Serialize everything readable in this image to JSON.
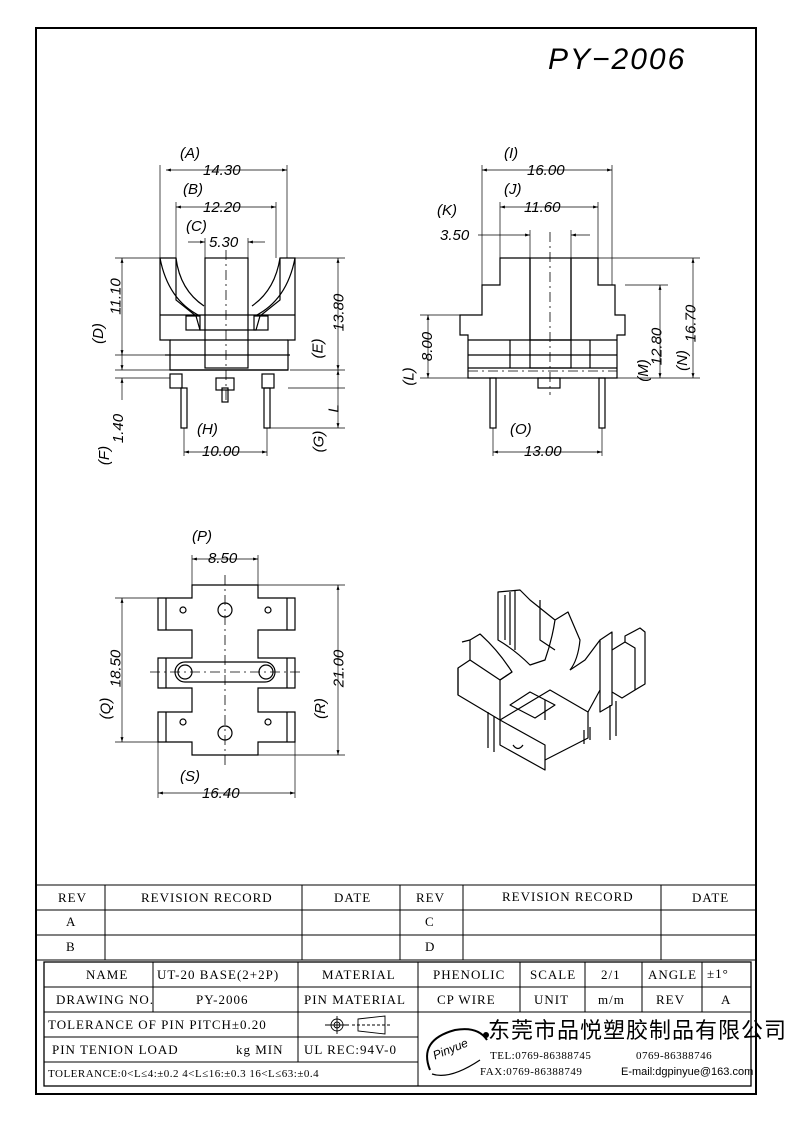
{
  "drawing_number": "PY−2006",
  "views": {
    "front": {
      "A": {
        "letter": "A",
        "value": "14.30"
      },
      "B": {
        "letter": "B",
        "value": "12.20"
      },
      "C": {
        "letter": "C",
        "value": "5.30"
      },
      "D": {
        "letter": "D",
        "value": "11.10"
      },
      "E": {
        "letter": "E",
        "value": "13.80"
      },
      "F": {
        "letter": "F",
        "value": "1.40"
      },
      "G": {
        "letter": "G",
        "value": "L"
      },
      "H": {
        "letter": "H",
        "value": "10.00"
      }
    },
    "side": {
      "I": {
        "letter": "I",
        "value": "16.00"
      },
      "J": {
        "letter": "J",
        "value": "11.60"
      },
      "K": {
        "letter": "K",
        "value": "3.50"
      },
      "L": {
        "letter": "L",
        "value": "8.00"
      },
      "M": {
        "letter": "M",
        "value": "12.80"
      },
      "N": {
        "letter": "N",
        "value": "16.70"
      },
      "O": {
        "letter": "O",
        "value": "13.00"
      }
    },
    "bottom": {
      "P": {
        "letter": "P",
        "value": "8.50"
      },
      "Q": {
        "letter": "Q",
        "value": "18.50"
      },
      "R": {
        "letter": "R",
        "value": "21.00"
      },
      "S": {
        "letter": "S",
        "value": "16.40"
      }
    }
  },
  "revision_table": {
    "rev": "REV",
    "record": "REVISION RECORD",
    "date": "DATE",
    "rows_left": [
      "A",
      "B"
    ],
    "rows_right": [
      "C",
      "D"
    ]
  },
  "title_block": {
    "name_label": "NAME",
    "name_value": "UT-20 BASE(2+2P)",
    "material_label": "MATERIAL",
    "material_value": "PHENOLIC",
    "scale_label": "SCALE",
    "scale_value": "2/1",
    "angle_label": "ANGLE",
    "angle_value": "±1°",
    "drawing_no_label": "DRAWING NO.",
    "drawing_no_value": "PY-2006",
    "pin_material_label": "PIN MATERIAL",
    "pin_material_value": "CP WIRE",
    "unit_label": "UNIT",
    "unit_value": "m/m",
    "rev_label": "REV",
    "rev_value": "A",
    "tolerance_pitch": "TOLERANCE OF PIN PITCH±0.20",
    "pin_tension": "PIN TENION LOAD",
    "pin_tension_unit": "kg MIN",
    "ul_rec": "UL REC:94V-0",
    "tolerance_line": "TOLERANCE:0<L≤4:±0.2  4<L≤16:±0.3  16<L≤63:±0.4",
    "logo_text": "Pinyue",
    "company_name": "东莞市品悦塑胶制品有限公司",
    "tel": "TEL:0769-86388745",
    "tel2": "0769-86388746",
    "fax": "FAX:0769-86388749",
    "email": "E-mail:dgpinyue@163.com"
  }
}
